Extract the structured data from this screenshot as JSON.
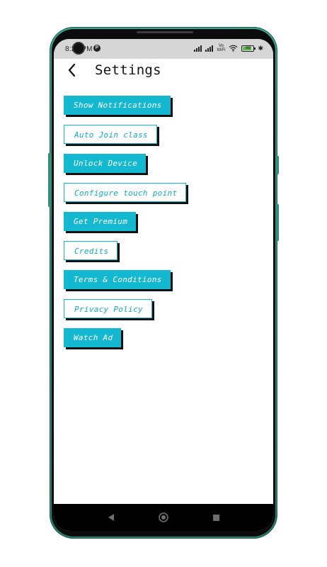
{
  "status_bar": {
    "time": "8:20 PM",
    "alert_glyph": "P",
    "volte_line1": "Vo",
    "volte_line2": "WiFi",
    "battery_level": "68",
    "icons": [
      "signal-icon",
      "signal-icon",
      "volte-icon",
      "wifi-icon",
      "battery-icon",
      "bluetooth-icon"
    ]
  },
  "header": {
    "title": "Settings",
    "back_icon": "chevron-left-icon"
  },
  "menu": {
    "items": [
      {
        "label": "Show Notifications",
        "style": "filled"
      },
      {
        "label": "Auto Join class",
        "style": "outline"
      },
      {
        "label": "Unlock Device",
        "style": "filled"
      },
      {
        "label": "Configure touch point",
        "style": "outline"
      },
      {
        "label": "Get Premium",
        "style": "filled"
      },
      {
        "label": "Credits",
        "style": "outline"
      },
      {
        "label": "Terms & Conditions",
        "style": "filled"
      },
      {
        "label": "Privacy Policy",
        "style": "outline"
      },
      {
        "label": "Watch Ad",
        "style": "filled"
      }
    ]
  },
  "nav_bar": {
    "icons": [
      "back-triangle-icon",
      "home-circle-icon",
      "recents-square-icon"
    ]
  },
  "colors": {
    "accent": "#14b9d1",
    "phone_frame": "#2f8f7b",
    "button_shadow": "#111111"
  }
}
